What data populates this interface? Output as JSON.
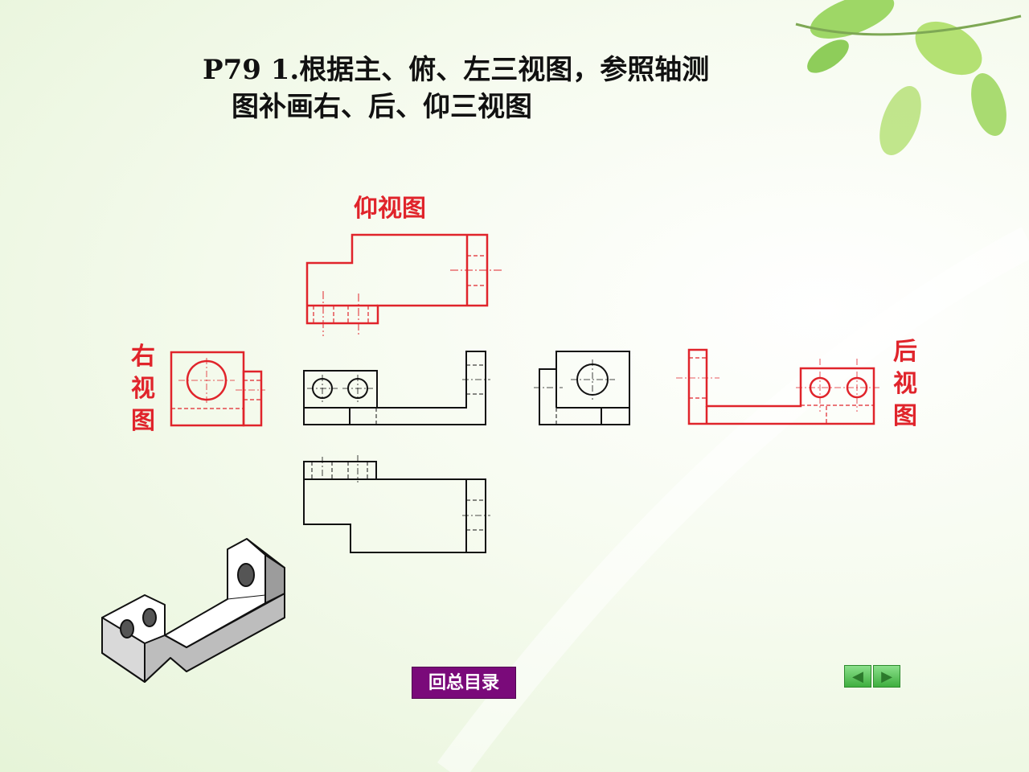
{
  "title": {
    "line1": "P79 1.根据主、俯、左三视图，参照轴测",
    "line2": "图补画右、后、仰三视图"
  },
  "labels": {
    "bottom_view": "仰视图",
    "right_view": [
      "右",
      "视",
      "图"
    ],
    "rear_view": [
      "后",
      "视",
      "图"
    ]
  },
  "buttons": {
    "home": "回总目录",
    "prev_icon": "triangle-left",
    "next_icon": "triangle-right"
  },
  "colors": {
    "answer": "#e0242b",
    "given": "#111111",
    "home_button": "#7a0a7a",
    "nav": "#4cb84c"
  }
}
